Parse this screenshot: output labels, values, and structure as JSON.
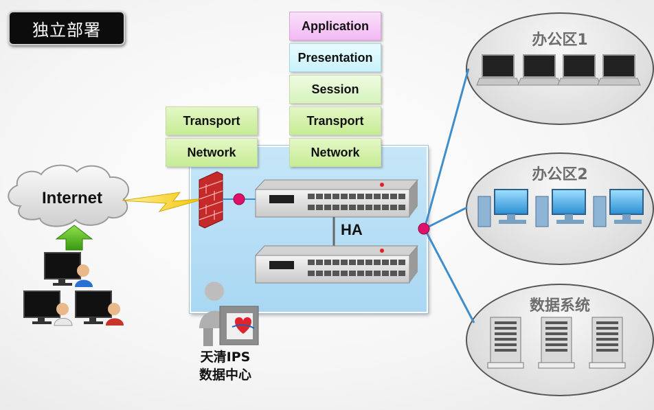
{
  "title": "独立部署",
  "ips_layers": [
    "Transport",
    "Network"
  ],
  "osi_layers": [
    {
      "label": "Application",
      "color": "pink"
    },
    {
      "label": "Presentation",
      "color": "cyan"
    },
    {
      "label": "Session",
      "color": "lgreen"
    },
    {
      "label": "Transport",
      "color": "green"
    },
    {
      "label": "Network",
      "color": "green"
    }
  ],
  "internet_label": "Internet",
  "ha_label": "HA",
  "datacenter": {
    "line1": "天清IPS",
    "line2": "数据中心"
  },
  "zones": [
    {
      "label": "办公区1",
      "device": "laptop"
    },
    {
      "label": "办公区2",
      "device": "desktop"
    },
    {
      "label": "数据系统",
      "device": "server"
    }
  ],
  "colors": {
    "link": "#3f8ecb",
    "node": "#e0106a",
    "panel": "#b6dcf4"
  }
}
